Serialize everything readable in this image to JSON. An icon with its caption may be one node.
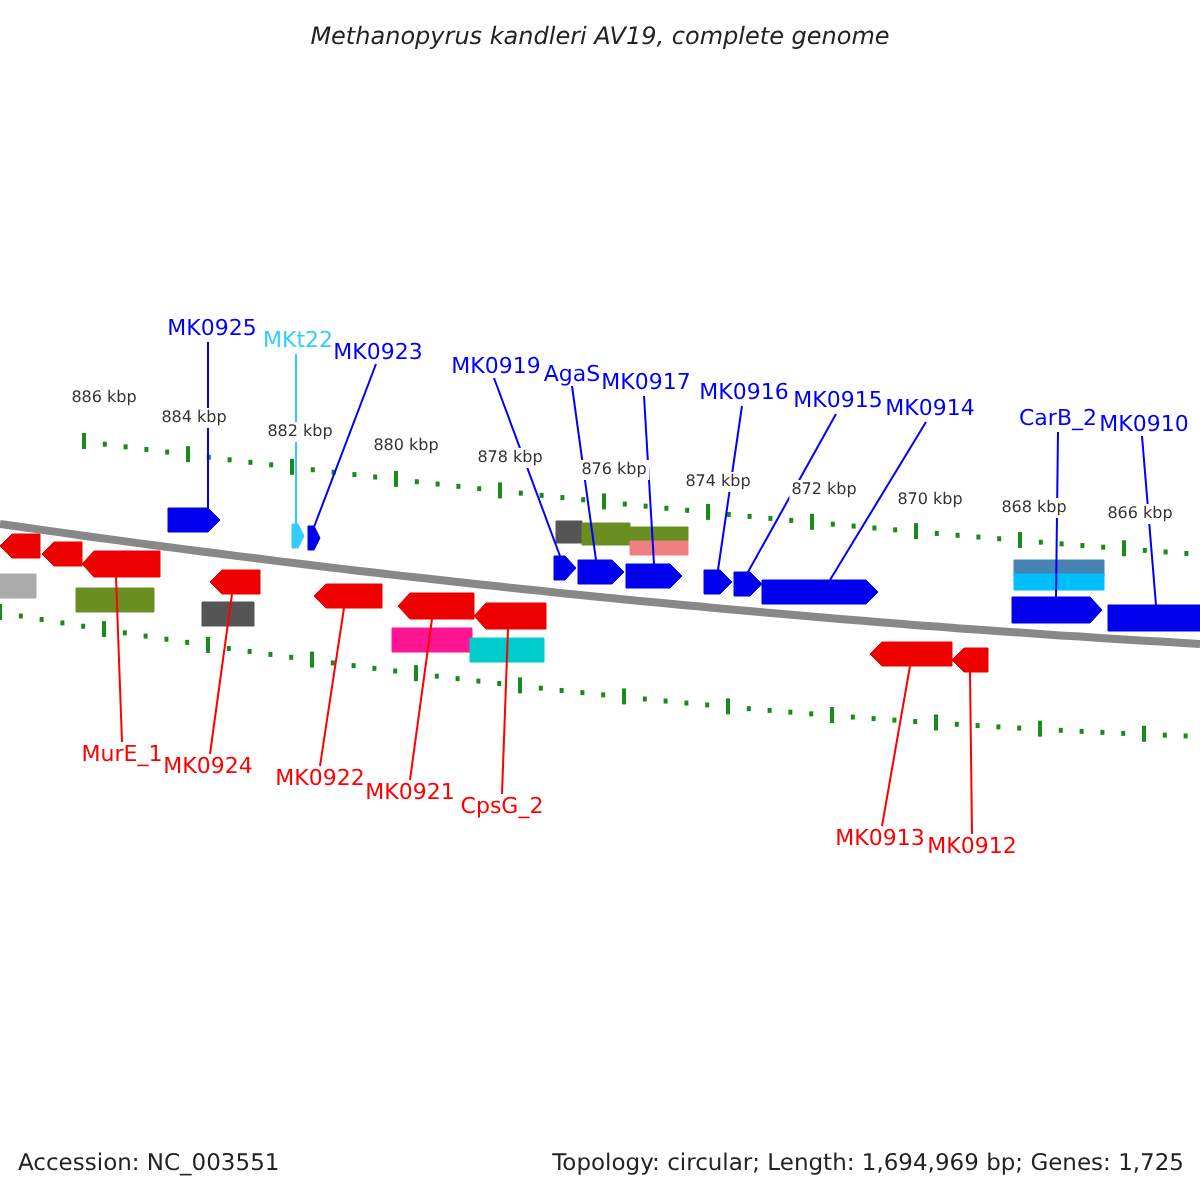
{
  "diagram": {
    "title": "Methanopyrus kandleri AV19, complete genome",
    "nodes": [
      {
        "text": [
          "MK0925"
        ]
      },
      {
        "text": [
          "MKt22"
        ]
      },
      {
        "text": [
          "MK0923"
        ]
      },
      {
        "text": [
          "MK0919"
        ]
      },
      {
        "text": [
          "AgaS"
        ]
      },
      {
        "text": [
          "MK0917"
        ]
      },
      {
        "text": [
          "MK0916"
        ]
      },
      {
        "text": [
          "MK0915"
        ]
      },
      {
        "text": [
          "MK0914"
        ]
      },
      {
        "text": [
          "CarB_2"
        ]
      },
      {
        "text": [
          "MK0910"
        ]
      },
      {
        "text": [
          "MurE_1"
        ]
      },
      {
        "text": [
          "MK0924"
        ]
      },
      {
        "text": [
          "MK0922"
        ]
      },
      {
        "text": [
          "MK0921"
        ]
      },
      {
        "text": [
          "CpsG_2"
        ]
      },
      {
        "text": [
          "MK0913"
        ]
      },
      {
        "text": [
          "MK0912"
        ]
      },
      {
        "text": [],
        "shape": "pentagon"
      },
      {
        "text": [],
        "shape": "pentagon"
      },
      {
        "text": [],
        "shape": "pentagon"
      },
      {
        "text": [],
        "shape": "box"
      },
      {
        "text": [],
        "shape": "box"
      },
      {
        "text": [],
        "shape": "box"
      },
      {
        "text": [],
        "shape": "box"
      },
      {
        "text": [],
        "shape": "pentagon"
      },
      {
        "text": [],
        "shape": "pentagon"
      },
      {
        "text": [],
        "shape": "pentagon"
      },
      {
        "text": [],
        "shape": "pentagon"
      },
      {
        "text": [],
        "shape": "pentagon"
      },
      {
        "text": [],
        "shape": "pentagon"
      },
      {
        "text": [],
        "shape": "box"
      },
      {
        "text": [],
        "shape": "box"
      },
      {
        "text": [],
        "shape": "pentagon"
      },
      {
        "text": [],
        "shape": "box"
      },
      {
        "text": [],
        "shape": "pentagon"
      },
      {
        "text": [],
        "shape": "pentagon"
      },
      {
        "text": [],
        "shape": "pentagon"
      },
      {
        "text": [],
        "shape": "box"
      },
      {
        "text": [],
        "shape": "box"
      },
      {
        "text": [],
        "shape": "pentagon"
      },
      {
        "text": [],
        "shape": "box"
      },
      {
        "text": [],
        "shape": "pentagon"
      },
      {
        "text": [],
        "shape": "pentagon"
      },
      {
        "text": [],
        "shape": "pentagon"
      },
      {
        "text": [],
        "shape": "box"
      },
      {
        "text": [],
        "shape": "box"
      },
      {
        "text": [],
        "shape": "pentagon"
      },
      {
        "text": [],
        "shape": "pentagon"
      }
    ],
    "edges": [
      {
        "from": 0,
        "to": 18,
        "arrow": "none"
      },
      {
        "from": 1,
        "to": 19,
        "arrow": "none",
        "color": "#33ccff"
      },
      {
        "from": 2,
        "to": 20,
        "arrow": "none"
      },
      {
        "from": 3,
        "to": 25,
        "arrow": "none"
      },
      {
        "from": 4,
        "to": 26,
        "arrow": "none"
      },
      {
        "from": 5,
        "to": 27,
        "arrow": "none"
      },
      {
        "from": 6,
        "to": 28,
        "arrow": "none"
      },
      {
        "from": 7,
        "to": 29,
        "arrow": "none"
      },
      {
        "from": 8,
        "to": 30,
        "arrow": "none"
      },
      {
        "from": 9,
        "to": 33,
        "arrow": "none"
      },
      {
        "from": 10,
        "to": 34,
        "arrow": "none"
      },
      {
        "from": 11,
        "to": 37,
        "arrow": "none",
        "color": "#ff0000"
      },
      {
        "from": 12,
        "to": 40,
        "arrow": "none",
        "color": "#ff0000"
      },
      {
        "from": 13,
        "to": 42,
        "arrow": "none",
        "color": "#ff0000"
      },
      {
        "from": 14,
        "to": 43,
        "arrow": "none",
        "color": "#ff0000"
      },
      {
        "from": 15,
        "to": 44,
        "arrow": "none",
        "color": "#ff0000"
      },
      {
        "from": 16,
        "to": 47,
        "arrow": "none",
        "color": "#ff0000"
      },
      {
        "from": 17,
        "to": 48,
        "arrow": "none",
        "color": "#ff0000"
      }
    ],
    "labels": [
      "886 kbp",
      "884 kbp",
      "882 kbp",
      "880 kbp",
      "878 kbp",
      "876 kbp",
      "874 kbp",
      "872 kbp",
      "870 kbp",
      "868 kbp",
      "866 kbp",
      "Accession: NC_003551",
      "Topology: circular; Length: 1,694,969 bp; Genes: 1,725"
    ]
  }
}
